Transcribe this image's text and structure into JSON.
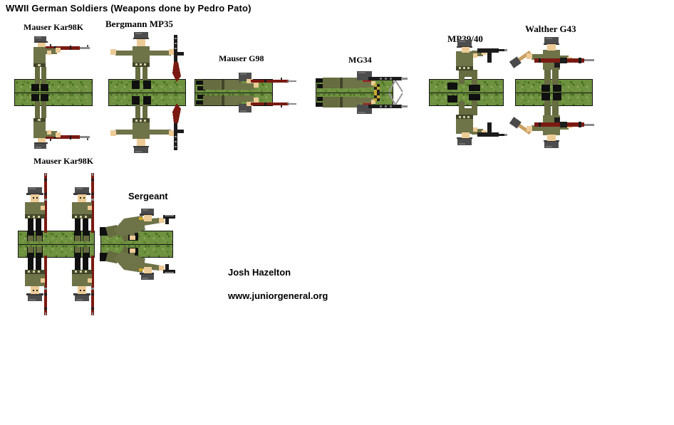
{
  "page": {
    "title": "WWII German Soldiers (Weapons done by Pedro Pato)",
    "author": "Josh Hazelton",
    "website": "www.juniorgeneral.org"
  },
  "palette": {
    "grass": "#6e9140",
    "grass_dark": "#446c1e",
    "grass_light": "#8fae5d",
    "uniform": "#6e7348",
    "trousers": "#666b40",
    "helmet_gray": "#4d4d4d",
    "skin": "#edcb96",
    "boots_black": "#101010",
    "rifle_wood": "#7a1a12",
    "gun_metal": "#1c1c1c",
    "barrel_gray": "#8a8a8a",
    "belt": "#42452a",
    "buckle": "#cfcf9f",
    "scarf_red": "#a32020",
    "ammo_yellow": "#c8a830"
  },
  "miniatures": [
    {
      "label": "Mauser Kar98K",
      "figure": "soldier-standing-firing-rifle",
      "soldier_count": 1
    },
    {
      "label": "Bergmann MP35",
      "figure": "soldier-standing-holding-smg-vertical",
      "soldier_count": 1
    },
    {
      "label": "Mauser G98",
      "figure": "soldier-prone-firing-rifle",
      "soldier_count": 1
    },
    {
      "label": "MG34",
      "figure": "soldier-prone-machine-gun-bipod",
      "soldier_count": 1
    },
    {
      "label": "MP39/40",
      "figure": "soldier-kneeling-firing-smg",
      "soldier_count": 1
    },
    {
      "label": "Walther G43",
      "figure": "soldier-standing-rifle-and-stick-grenade",
      "soldier_count": 1
    },
    {
      "label": "Mauser Kar98K",
      "figure": "two-soldiers-at-attention-rifles-vertical",
      "soldier_count": 2
    },
    {
      "label": "Sergeant",
      "figure": "soldier-crawling-with-pistol",
      "soldier_count": 1
    }
  ]
}
